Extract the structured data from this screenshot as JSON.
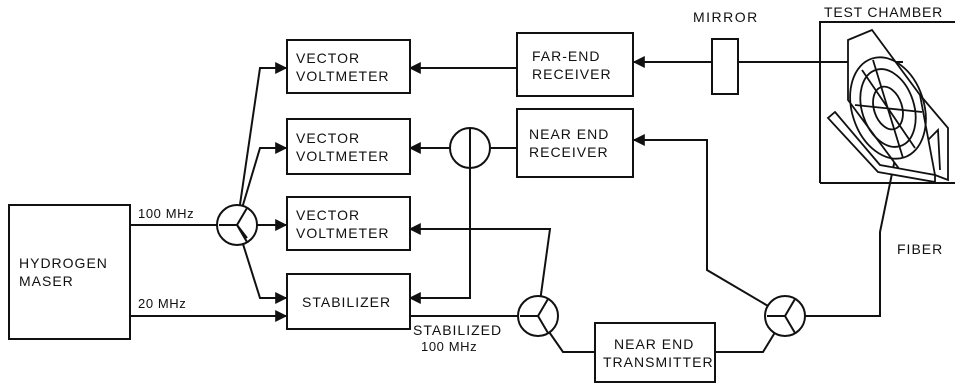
{
  "blocks": {
    "hydrogen_maser": [
      "HYDROGEN",
      "MASER"
    ],
    "vv1": [
      "VECTOR",
      "VOLTMETER"
    ],
    "vv2": [
      "VECTOR",
      "VOLTMETER"
    ],
    "vv3": [
      "VECTOR",
      "VOLTMETER"
    ],
    "stabilizer": [
      "STABILIZER"
    ],
    "far_end_receiver": [
      "FAR-END",
      "RECEIVER"
    ],
    "near_end_receiver": [
      "NEAR END",
      "RECEIVER"
    ],
    "near_end_transmitter": [
      "NEAR END",
      "TRANSMITTER"
    ]
  },
  "labels": {
    "mirror": "MIRROR",
    "test_chamber": "TEST CHAMBER",
    "fiber": "FIBER",
    "freq_100": "100 MHz",
    "freq_20": "20 MHz",
    "stabilized": [
      "STABILIZED",
      "100 MHz"
    ]
  }
}
